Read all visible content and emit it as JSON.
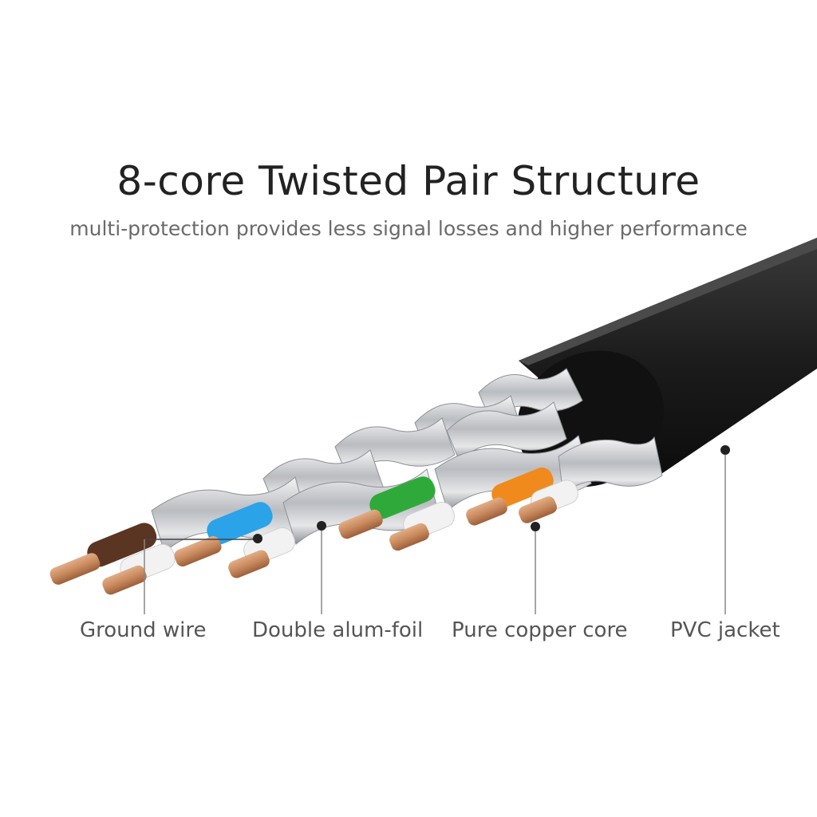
{
  "title": "8-core Twisted Pair Structure",
  "subtitle": "multi-protection provides less signal losses and higher performance",
  "callouts": {
    "ground_wire": "Ground wire",
    "double_alum_foil": "Double alum-foil",
    "pure_copper_core": "Pure copper core",
    "pvc_jacket": "PVC jacket"
  },
  "colors": {
    "jacket": "#1c1c1c",
    "foil": "#c9ccd0",
    "copper": "#c98a5e",
    "brown_insulation": "#5a3522",
    "blue_insulation": "#2aa3e8",
    "green_insulation": "#2faa3a",
    "orange_insulation": "#f08a1c",
    "white_insulation": "#f2f2f2"
  }
}
